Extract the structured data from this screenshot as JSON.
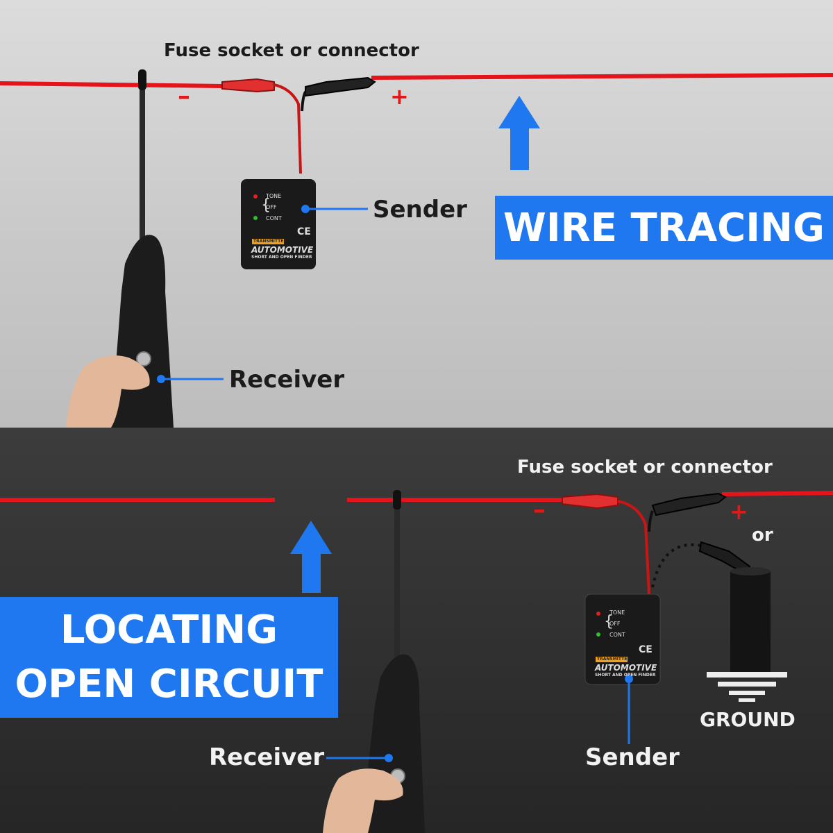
{
  "top": {
    "connector_label": "Fuse socket or connector",
    "minus": "–",
    "plus": "+",
    "sender_label": "Sender",
    "receiver_label": "Receiver",
    "banner": "WIRE TRACING",
    "device": {
      "tone": "TONE",
      "off": "OFF",
      "cont": "CONT",
      "ce": "CE",
      "badge": "TRANSMITTER",
      "brand": "AUTOMOTIVE",
      "sub": "SHORT AND OPEN FINDER"
    }
  },
  "bottom": {
    "connector_label": "Fuse socket or connector",
    "minus": "–",
    "plus": "+",
    "or_label": "or",
    "ground_label": "GROUND",
    "sender_label": "Sender",
    "receiver_label": "Receiver",
    "banner_line1": "LOCATING",
    "banner_line2": "OPEN CIRCUIT",
    "device": {
      "tone": "TONE",
      "off": "OFF",
      "cont": "CONT",
      "ce": "CE",
      "badge": "TRANSMITTER",
      "brand": "AUTOMOTIVE",
      "sub": "SHORT AND OPEN FINDER"
    }
  },
  "colors": {
    "wire": "#e4141a",
    "accent_blue": "#1f78ef",
    "device_black": "#1a1a1a"
  }
}
